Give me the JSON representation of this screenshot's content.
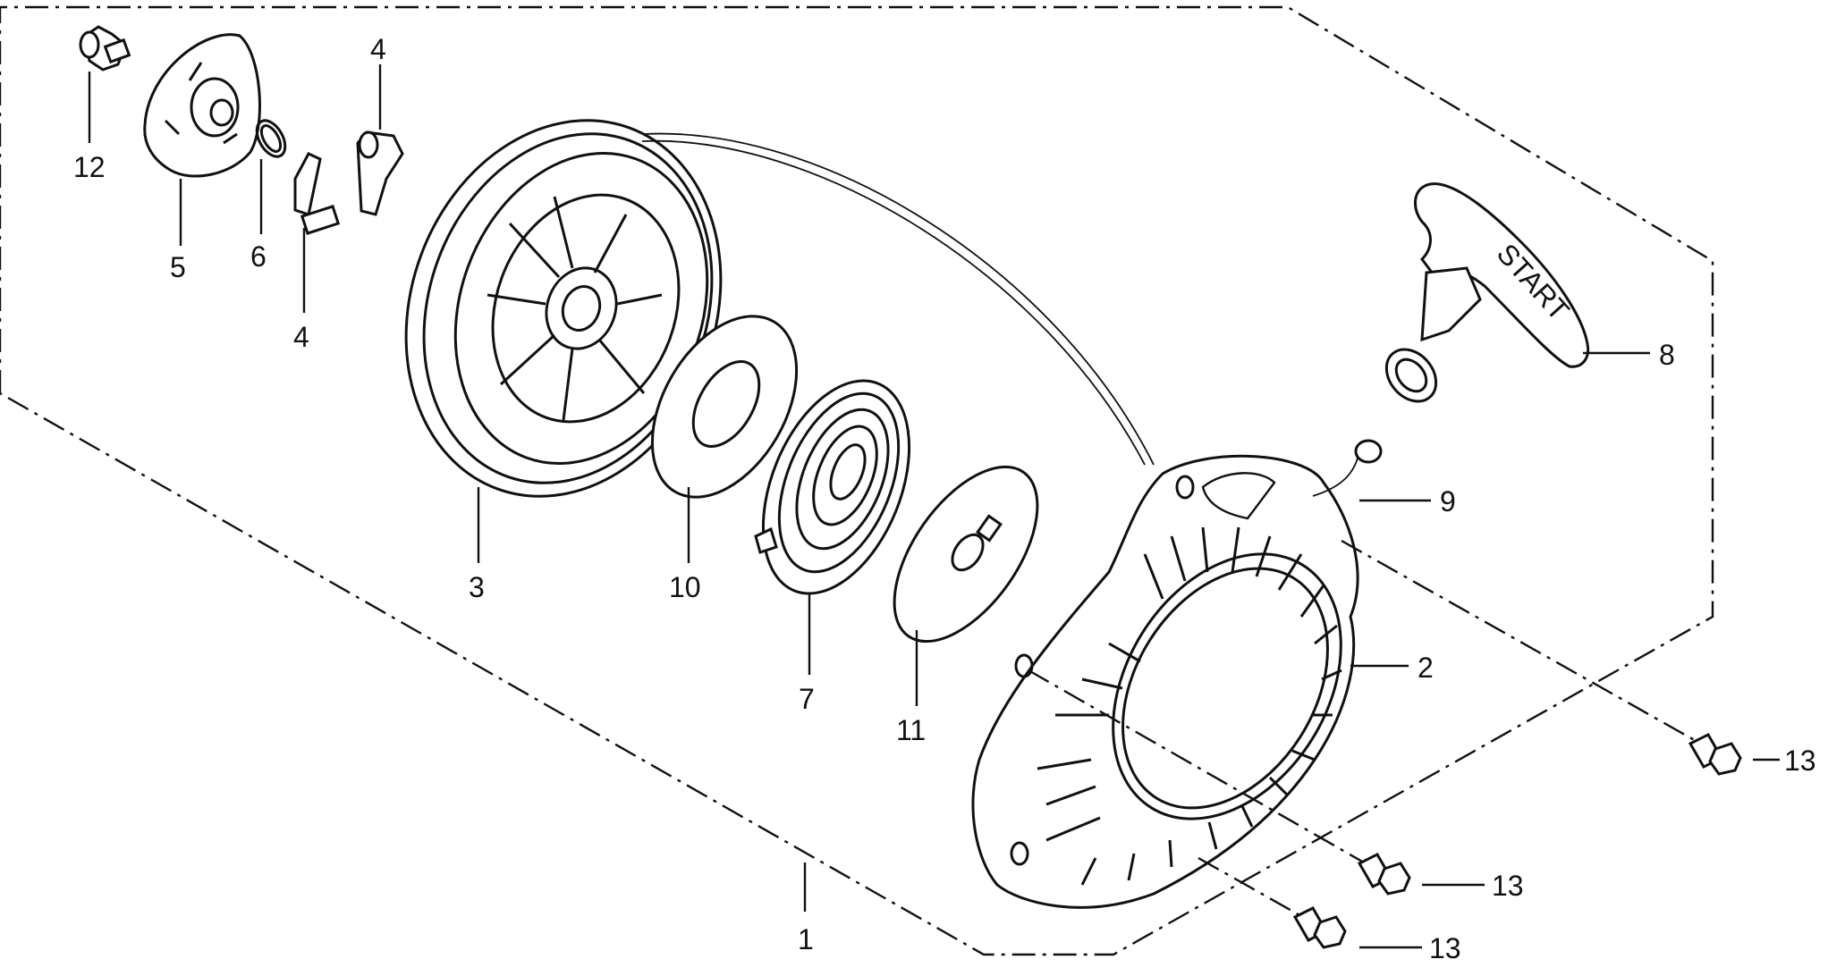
{
  "diagram": {
    "callouts": [
      {
        "id": "1",
        "text": "1"
      },
      {
        "id": "2",
        "text": "2"
      },
      {
        "id": "3",
        "text": "3"
      },
      {
        "id": "4a",
        "text": "4"
      },
      {
        "id": "4b",
        "text": "4"
      },
      {
        "id": "5",
        "text": "5"
      },
      {
        "id": "6",
        "text": "6"
      },
      {
        "id": "7",
        "text": "7"
      },
      {
        "id": "8",
        "text": "8"
      },
      {
        "id": "9",
        "text": "9"
      },
      {
        "id": "10",
        "text": "10"
      },
      {
        "id": "11",
        "text": "11"
      },
      {
        "id": "12",
        "text": "12"
      },
      {
        "id": "13a",
        "text": "13"
      },
      {
        "id": "13b",
        "text": "13"
      },
      {
        "id": "13c",
        "text": "13"
      }
    ],
    "handle_text": "START",
    "line_color": "#111111",
    "background": "#ffffff"
  }
}
